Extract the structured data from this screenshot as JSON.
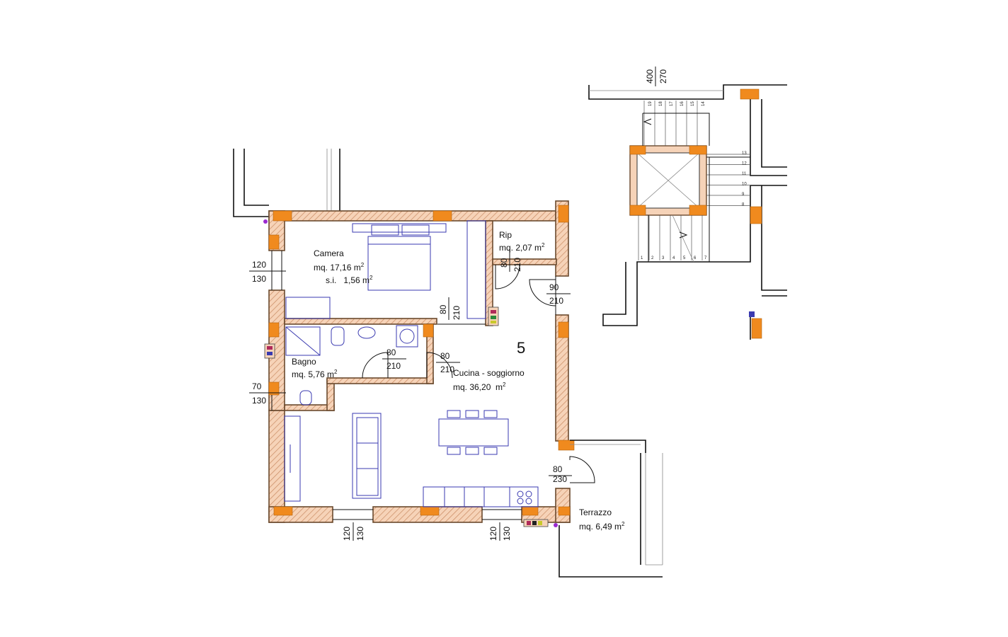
{
  "unit_number": "5",
  "rooms": {
    "camera": {
      "name": "Camera",
      "area": "mq. 17,16 m",
      "area_exp": "2",
      "storage": "s.i.   1,56 m",
      "storage_exp": "2"
    },
    "rip": {
      "name": "Rip",
      "area": "mq. 2,07 m",
      "area_exp": "2"
    },
    "bagno": {
      "name": "Bagno",
      "area": "mq. 5,76 m",
      "area_exp": "2"
    },
    "cucina": {
      "name": "Cucina - soggiorno",
      "area": "mq. 36,20  m",
      "area_exp": "2"
    },
    "terrazzo": {
      "name": "Terrazzo",
      "area": "mq. 6,49 m",
      "area_exp": "2"
    }
  },
  "dimensions": {
    "camera_window": {
      "width": "120",
      "height": "130"
    },
    "bagno_window": {
      "width": "70",
      "height": "130"
    },
    "rip_door": {
      "width": "80",
      "height": "210"
    },
    "entrance_door": {
      "width": "90",
      "height": "210"
    },
    "camera_door": {
      "width": "80",
      "height": "210"
    },
    "bagno_door": {
      "width": "80",
      "height": "210"
    },
    "cucina_door": {
      "width": "80",
      "height": "210"
    },
    "terrazzo_door": {
      "width": "80",
      "height": "230"
    },
    "bottom_window_left": {
      "width": "120",
      "height": "130"
    },
    "bottom_window_right": {
      "width": "120",
      "height": "130"
    },
    "stair_top": {
      "a": "400",
      "b": "270"
    }
  },
  "stairs": {
    "upper_steps": [
      "19",
      "18",
      "17",
      "16",
      "15",
      "14"
    ],
    "side_steps": [
      "13",
      "12",
      "11",
      "10",
      "9",
      "8"
    ],
    "lower_steps": [
      "1",
      "2",
      "3",
      "4",
      "5",
      "6",
      "7"
    ]
  }
}
